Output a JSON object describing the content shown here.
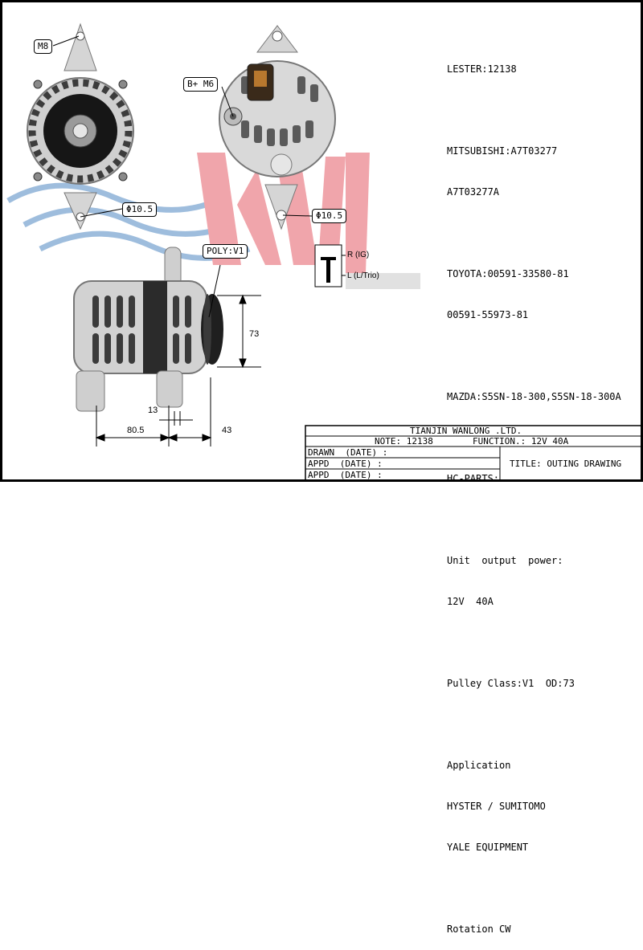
{
  "colors": {
    "watermark_red": "#e03a46",
    "watermark_blue": "#2b6fb6",
    "metal_light": "#d9d9d9",
    "metal_dark": "#555555"
  },
  "specs": {
    "lester": "LESTER:12138",
    "mitsubishi_1": "MITSUBISHI:A7T03277",
    "mitsubishi_2": "A7T03277A",
    "toyota_1": "TOYOTA:00591-33580-81",
    "toyota_2": "00591-55973-81",
    "mazda": "MAZDA:S5SN-18-300,S5SN-18-300A",
    "hc_parts": "HC-PARTS:",
    "output_label": "Unit  output  power:",
    "output_value": "12V  40A",
    "pulley": "Pulley Class:V1  OD:73",
    "application_label": "Application",
    "application_1": "HYSTER / SUMITOMO",
    "application_2": "YALE EQUIPMENT",
    "rotation": "Rotation CW"
  },
  "callouts": {
    "m8": "M8",
    "b_plus": "B+  M6",
    "phi_front": "Φ10.5",
    "phi_rear": "Φ10.5",
    "poly": "POLY:V1"
  },
  "connector": {
    "r_label": "R (IG)",
    "l_label": "L (L/Trio)"
  },
  "dimensions": {
    "d73": "73",
    "d13": "13",
    "d80_5": "80.5",
    "d43": "43"
  },
  "title_block": {
    "company": "TIANJIN WANLONG .LTD.",
    "note": "NOTE: 12138",
    "function": "FUNCTION.: 12V 40A",
    "drawn": "DRAWN  (DATE) :",
    "appd_1": "APPD  (DATE) :",
    "appd_2": "APPD  (DATE) :",
    "title": "TITLE: OUTING DRAWING"
  }
}
